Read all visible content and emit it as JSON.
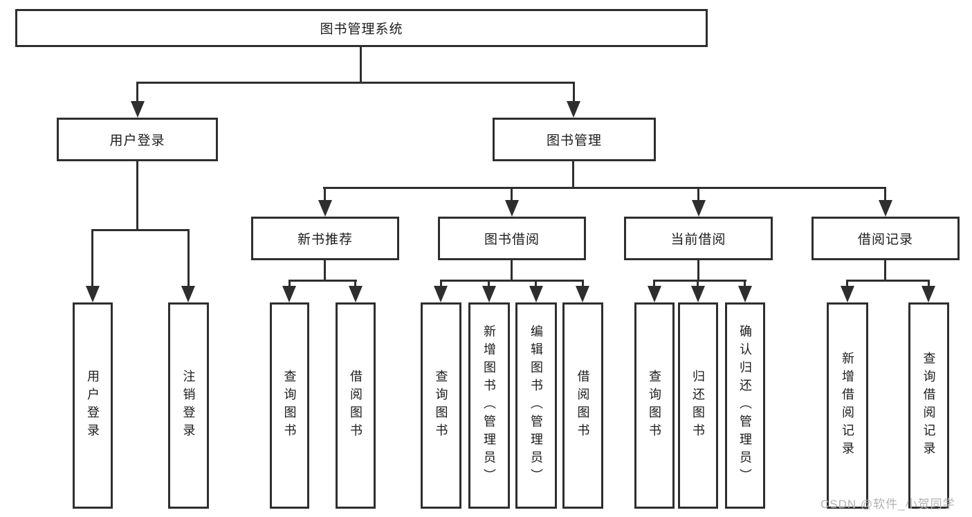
{
  "tree": {
    "label": "图书管理系统",
    "children": [
      {
        "label": "用户登录",
        "children": [
          {
            "label": "用户登录"
          },
          {
            "label": "注销登录"
          }
        ]
      },
      {
        "label": "图书管理",
        "children": [
          {
            "label": "新书推荐",
            "children": [
              {
                "label": "查询图书"
              },
              {
                "label": "借阅图书"
              }
            ]
          },
          {
            "label": "图书借阅",
            "children": [
              {
                "label": "查询图书"
              },
              {
                "label": "新增图书（管理员）"
              },
              {
                "label": "编辑图书（管理员）"
              },
              {
                "label": "借阅图书"
              }
            ]
          },
          {
            "label": "当前借阅",
            "children": [
              {
                "label": "查询图书"
              },
              {
                "label": "归还图书"
              },
              {
                "label": "确认归还（管理员）"
              }
            ]
          },
          {
            "label": "借阅记录",
            "children": [
              {
                "label": "新增借阅记录"
              },
              {
                "label": "查询借阅记录"
              }
            ]
          }
        ]
      }
    ]
  },
  "watermark": {
    "text": "CSDN @软件_小贺同学"
  },
  "colors": {
    "line": "#2e2e2e",
    "text": "#1c1c1c",
    "watermark": "#b2b2b2",
    "background": "#ffffff"
  }
}
